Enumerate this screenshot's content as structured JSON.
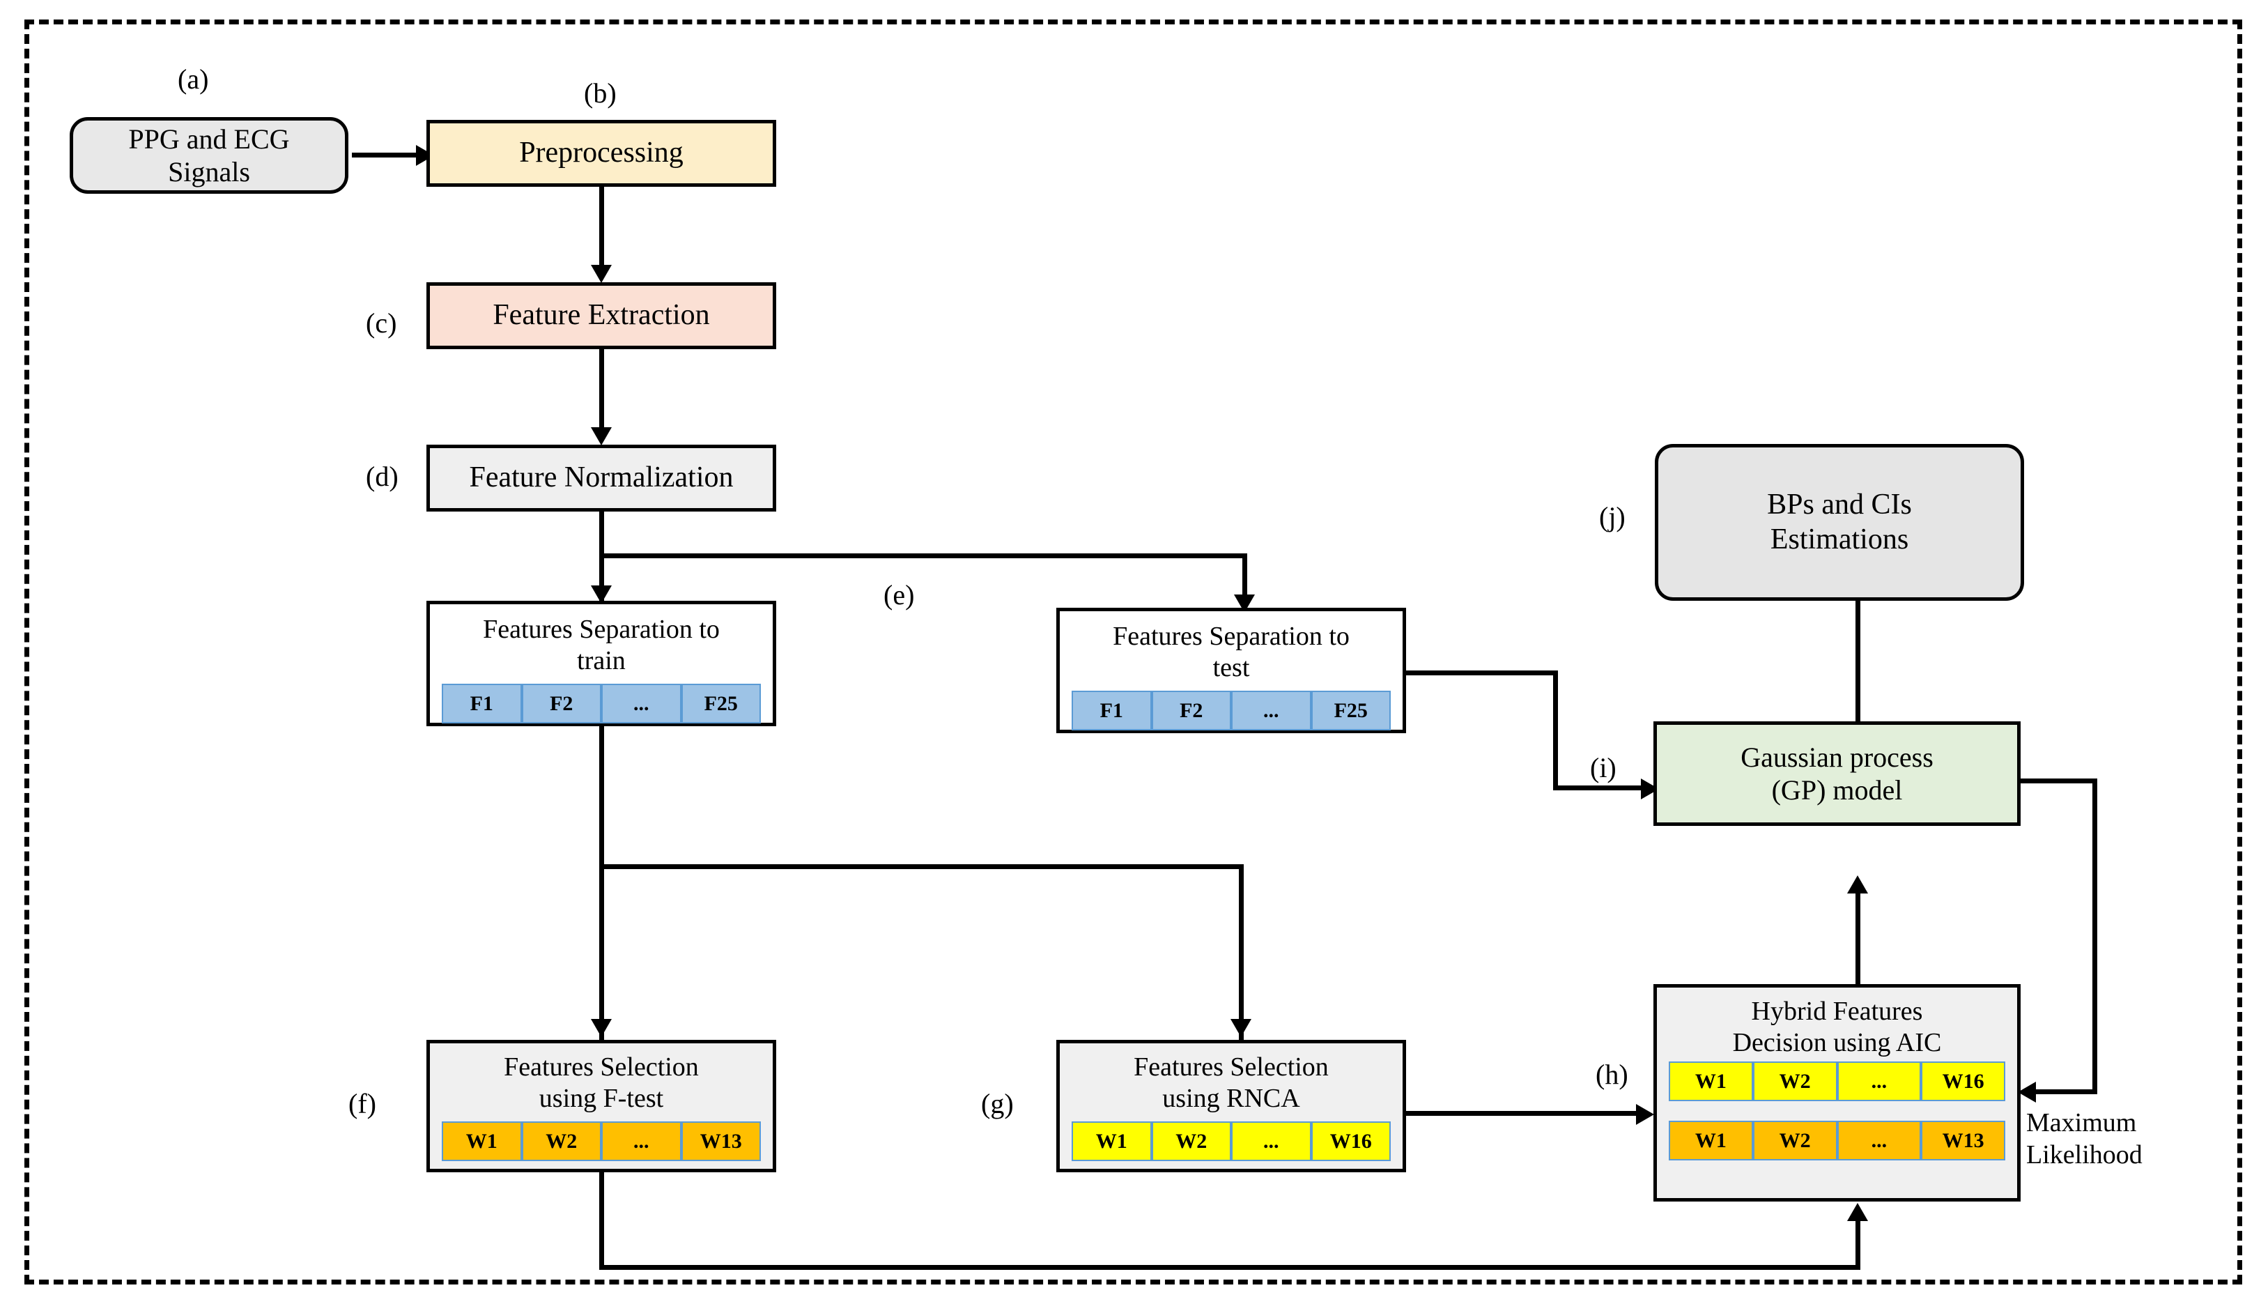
{
  "figure": {
    "type": "flowchart",
    "border_style": "dashed"
  },
  "colors": {
    "signals_fill": "#e8e8e8",
    "preprocessing_fill": "#fdeec9",
    "feature_extraction_fill": "#fbe0d4",
    "normalization_fill": "#efefef",
    "separation_fill": "#ffffff",
    "feature_cell_blue": "#9dc3e6",
    "selection_fill": "#f0f0f0",
    "weight_cell_orange": "#ffbf00",
    "weight_cell_yellow": "#ffff00",
    "gp_fill": "#e2efda",
    "output_fill": "#e5e5e5",
    "cell_border_blue": "#5b9bd5",
    "stroke": "#000000"
  },
  "nodes": {
    "signals": {
      "tag": "(a)",
      "label": "PPG and ECG\nSignals"
    },
    "preprocessing": {
      "tag": "(b)",
      "label": "Preprocessing"
    },
    "feature_extraction": {
      "tag": "(c)",
      "label": "Feature Extraction"
    },
    "feature_normalization": {
      "tag": "(d)",
      "label": "Feature Normalization"
    },
    "separation_train": {
      "tag": null,
      "label": "Features Separation to\ntrain",
      "cells": [
        "F1",
        "F2",
        "...",
        "F25"
      ]
    },
    "separation_test": {
      "tag": "(e)",
      "label": "Features Separation to\ntest",
      "cells": [
        "F1",
        "F2",
        "...",
        "F25"
      ]
    },
    "selection_ftest": {
      "tag": "(f)",
      "label": "Features Selection\nusing F-test",
      "cells": [
        "W1",
        "W2",
        "...",
        "W13"
      ]
    },
    "selection_rnca": {
      "tag": "(g)",
      "label": "Features Selection\nusing RNCA",
      "cells": [
        "W1",
        "W2",
        "...",
        "W16"
      ]
    },
    "hybrid_aic": {
      "tag": "(h)",
      "label": "Hybrid Features\nDecision using AIC",
      "cells_top": [
        "W1",
        "W2",
        "...",
        "W16"
      ],
      "cells_bottom": [
        "W1",
        "W2",
        "...",
        "W13"
      ]
    },
    "gp_model": {
      "tag": "(i)",
      "label": "Gaussian process\n(GP) model"
    },
    "bps_cis": {
      "tag": "(j)",
      "label": "BPs and CIs\nEstimations"
    }
  },
  "edge_labels": {
    "maximum_likelihood": "Maximum\nLikelihood"
  }
}
